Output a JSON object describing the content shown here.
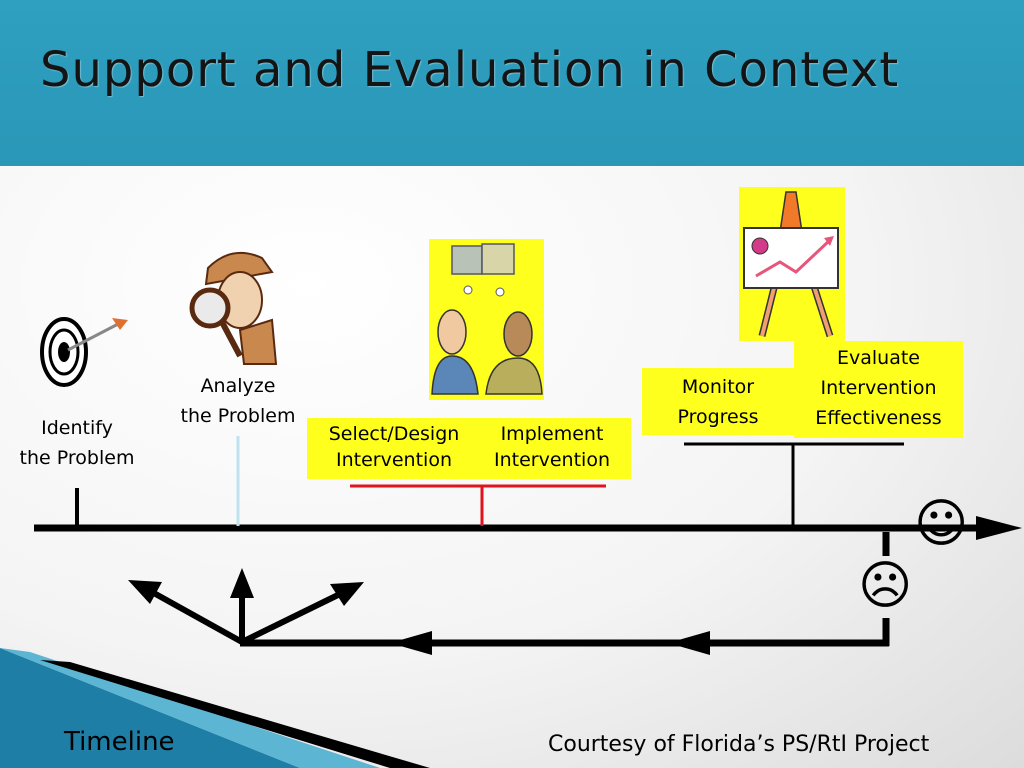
{
  "slide": {
    "title": "Support and Evaluation in Context",
    "footer_left": "Timeline",
    "footer_right": "Courtesy of Florida’s PS/RtI Project"
  },
  "labels": {
    "identify_line1": "Identify",
    "identify_line2": "the Problem",
    "analyze_line1": "Analyze",
    "analyze_line2": "the Problem",
    "select_line1": "Select/Design",
    "select_line2": "Intervention",
    "implement_line1": "Implement",
    "implement_line2": "Intervention",
    "monitor_line1": "Monitor",
    "monitor_line2": "Progress",
    "evaluate_line1": "Evaluate",
    "evaluate_line2": "Intervention",
    "evaluate_line3": "Effectiveness"
  },
  "symbols": {
    "happy": "☺",
    "sad": "☹"
  },
  "icons": [
    "target-arrow-icon",
    "detective-magnifier-icon",
    "two-people-puzzle-icon",
    "easel-chart-icon",
    "smiley-face-icon",
    "frowny-face-icon"
  ],
  "colors": {
    "header": "#2a9bbb",
    "highlight": "#ffff1e",
    "red_bracket": "#e0141e"
  }
}
